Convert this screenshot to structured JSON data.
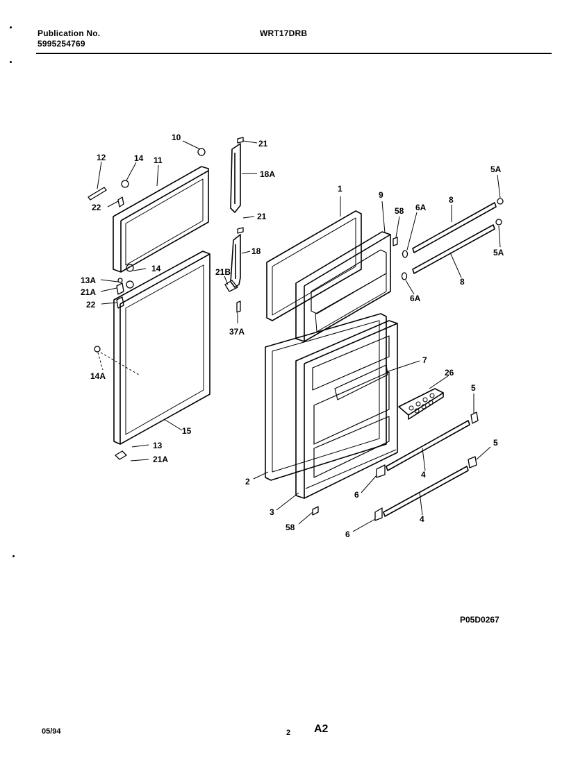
{
  "header": {
    "publication_label": "Publication No.",
    "publication_number": "5995254769",
    "model": "WRT17DRB"
  },
  "diagram": {
    "reference": "P05D0267",
    "callouts": [
      "10",
      "21",
      "12",
      "14",
      "11",
      "18A",
      "22",
      "21",
      "18",
      "13A",
      "14",
      "21A",
      "21B",
      "22",
      "37A",
      "14A",
      "15",
      "13",
      "21A",
      "1",
      "9",
      "58",
      "6A",
      "8",
      "5A",
      "5A",
      "8",
      "6A",
      "7",
      "26",
      "5",
      "2",
      "5",
      "4",
      "6",
      "3",
      "4",
      "6",
      "58"
    ]
  },
  "footer": {
    "date": "05/94",
    "page": "2",
    "sheet": "A2"
  }
}
